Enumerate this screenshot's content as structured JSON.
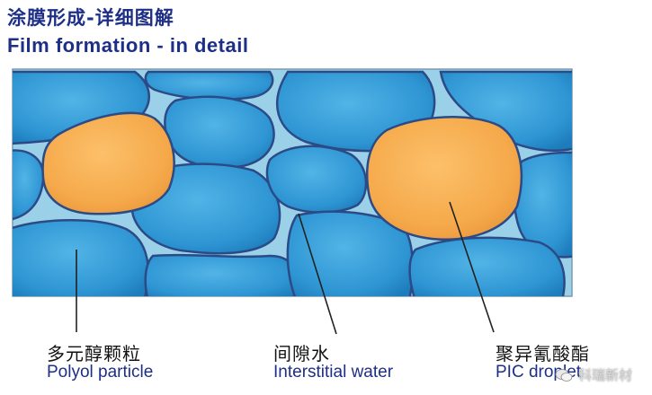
{
  "header": {
    "title_cn": "涂膜形成-详细图解",
    "title_en": "Film formation - in detail"
  },
  "labels": {
    "polyol": {
      "cn": "多元醇颗粒",
      "en": "Polyol particle"
    },
    "water": {
      "cn": "间隙水",
      "en": "Interstitial water"
    },
    "pic": {
      "cn": "聚异氰酸酯",
      "en": "PIC droplet"
    }
  },
  "watermark": {
    "text": "科瑞新材",
    "icon": "wechat-icon"
  },
  "colors": {
    "water": "#9ad1e8",
    "polyol": "#2f96d4",
    "pic": "#f5a94a",
    "title": "#1d2f86"
  }
}
